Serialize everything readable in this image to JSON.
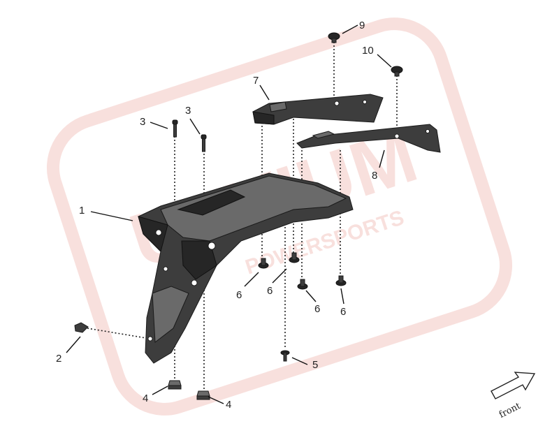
{
  "watermark": {
    "brand": "UTVIUM",
    "sub": "POWERSPORTS",
    "color": "#f3c7c2"
  },
  "direction": {
    "label": "front"
  },
  "callouts": {
    "c1": "1",
    "c2": "2",
    "c3a": "3",
    "c3b": "3",
    "c4a": "4",
    "c4b": "4",
    "c5": "5",
    "c6a": "6",
    "c6b": "6",
    "c6c": "6",
    "c6d": "6",
    "c7": "7",
    "c8": "8",
    "c9": "9",
    "c10": "10"
  },
  "parts": [
    {
      "id": "1",
      "icon": "mudguard-bracket-icon"
    },
    {
      "id": "2",
      "icon": "reflector-icon"
    },
    {
      "id": "3",
      "icon": "bolt-icon"
    },
    {
      "id": "4",
      "icon": "nut-icon"
    },
    {
      "id": "5",
      "icon": "screw-icon"
    },
    {
      "id": "6",
      "icon": "rivet-icon"
    },
    {
      "id": "7",
      "icon": "left-bracket-icon"
    },
    {
      "id": "8",
      "icon": "right-bracket-icon"
    },
    {
      "id": "9",
      "icon": "bolt-icon"
    },
    {
      "id": "10",
      "icon": "bolt-icon"
    }
  ]
}
